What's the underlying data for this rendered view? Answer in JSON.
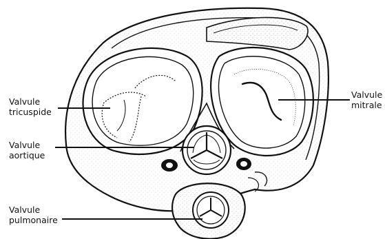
{
  "labels": {
    "tricuspid": {
      "line1": "Valvule",
      "line2": "tricuspide"
    },
    "aortic": {
      "line1": "Valvule",
      "line2": "aortique"
    },
    "pulmonary": {
      "line1": "Valvule",
      "line2": "pulmonaire"
    },
    "mitral": {
      "line1": "Valvule",
      "line2": "mitrale"
    }
  },
  "colors": {
    "ink": "#111111",
    "fill": "#ffffff",
    "dot": "#555555"
  }
}
